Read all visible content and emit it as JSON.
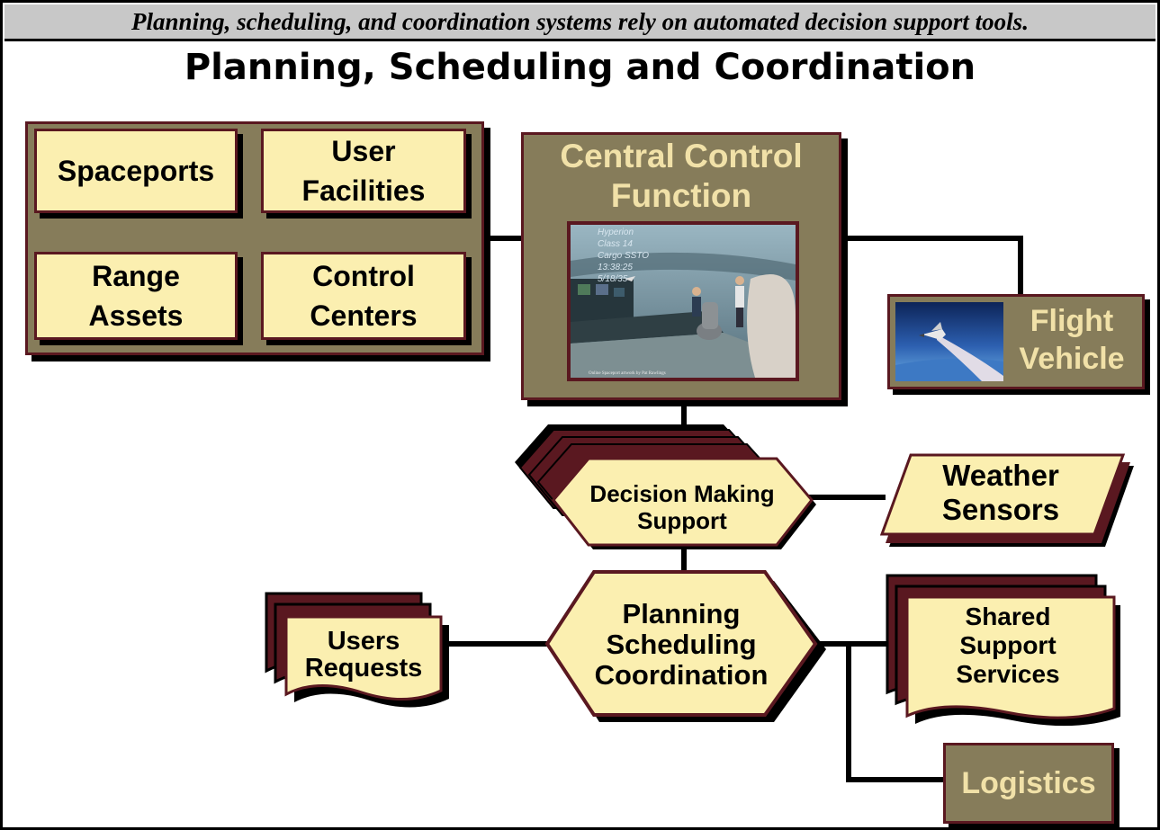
{
  "caption": "Planning, scheduling, and coordination systems rely on automated decision support tools.",
  "title": "Planning, Scheduling and Coordination",
  "facilities": {
    "spaceports": "Spaceports",
    "user_facilities": "User\nFacilities",
    "range_assets": "Range\nAssets",
    "control_centers": "Control\nCenters"
  },
  "central_control": {
    "label": "Central Control\nFunction",
    "screen_lines": [
      "Hyperion",
      "Class 14",
      "Cargo SSTO",
      "13:38:25",
      "5/18/35"
    ],
    "photo_credit": "Online Spaceport artwork by Pat Rawlings"
  },
  "flight_vehicle": "Flight\nVehicle",
  "decision_support": {
    "line1": "Decision Making",
    "line2": "Support"
  },
  "weather_sensors": {
    "line1": "Weather",
    "line2": "Sensors"
  },
  "planning": {
    "line1": "Planning",
    "line2": "Scheduling",
    "line3": "Coordination"
  },
  "users_requests": {
    "line1": "Users",
    "line2": "Requests"
  },
  "shared_support": {
    "line1": "Shared",
    "line2": "Support",
    "line3": "Services"
  },
  "logistics": "Logistics",
  "colors": {
    "panel": "#867c5a",
    "box_fill": "#fbefb0",
    "border": "#5a1820",
    "caption_bar": "#c8c8c8",
    "panel_text": "#f1e1a8"
  }
}
